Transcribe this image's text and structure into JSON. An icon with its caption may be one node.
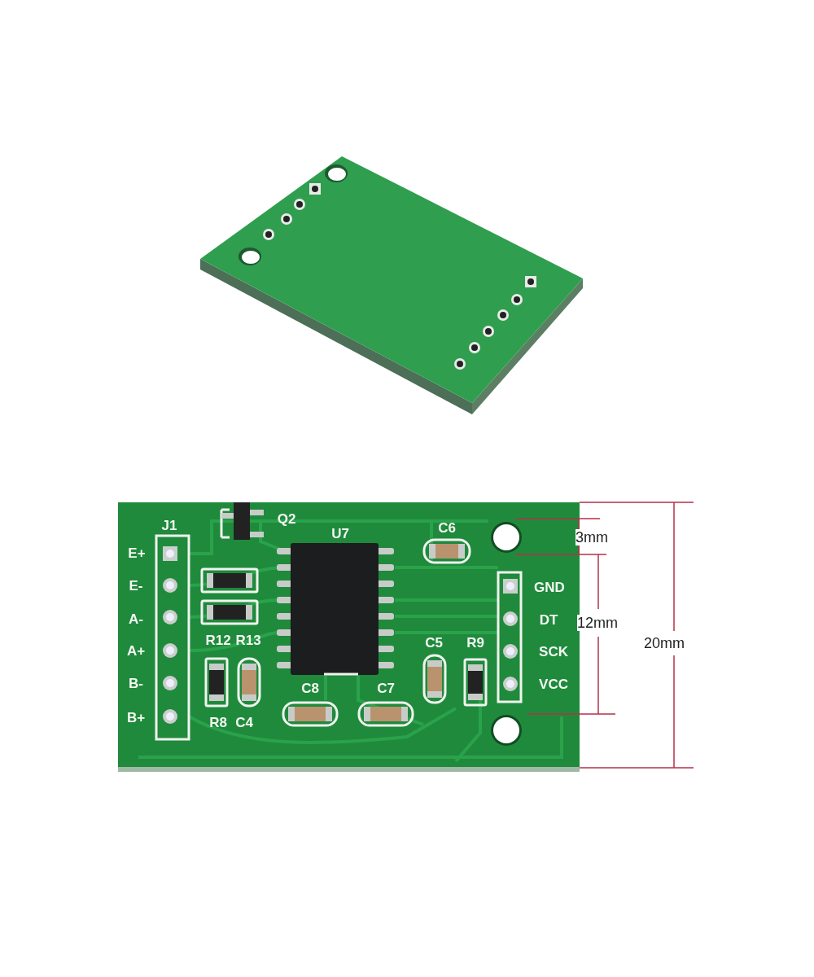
{
  "diagram": {
    "labels": [
      "J1",
      "Q2",
      "U7",
      "C6",
      "3mm",
      "E+",
      "E-",
      "GND",
      "A-",
      "DT",
      "12mm",
      "A+",
      "R12",
      "R13",
      "C5",
      "R9",
      "SCK",
      "20mm",
      "B-",
      "C8",
      "C7",
      "VCC",
      "B+",
      "R8",
      "C4"
    ]
  }
}
